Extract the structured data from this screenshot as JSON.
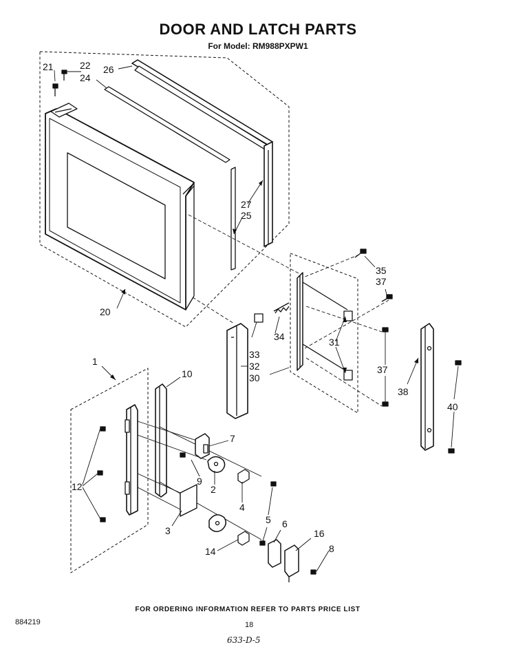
{
  "header": {
    "title": "DOOR AND LATCH PARTS",
    "subtitle": "For Model: RM988PXPW1"
  },
  "callouts": {
    "c1": "1",
    "c2": "2",
    "c3": "3",
    "c4": "4",
    "c5": "5",
    "c6": "6",
    "c7": "7",
    "c8": "8",
    "c9": "9",
    "c10": "10",
    "c12": "12",
    "c14": "14",
    "c16": "16",
    "c20": "20",
    "c21": "21",
    "c22": "22",
    "c24": "24",
    "c25": "25",
    "c26": "26",
    "c27": "27",
    "c30": "30",
    "c31": "31",
    "c32": "32",
    "c33": "33",
    "c34": "34",
    "c35": "35",
    "c37a": "37",
    "c37b": "37",
    "c38": "38",
    "c40": "40"
  },
  "footer": {
    "ordering_note": "FOR ORDERING INFORMATION REFER TO PARTS PRICE LIST",
    "document_number": "884219",
    "page_number": "18",
    "handwritten_note": "633-D-5"
  }
}
